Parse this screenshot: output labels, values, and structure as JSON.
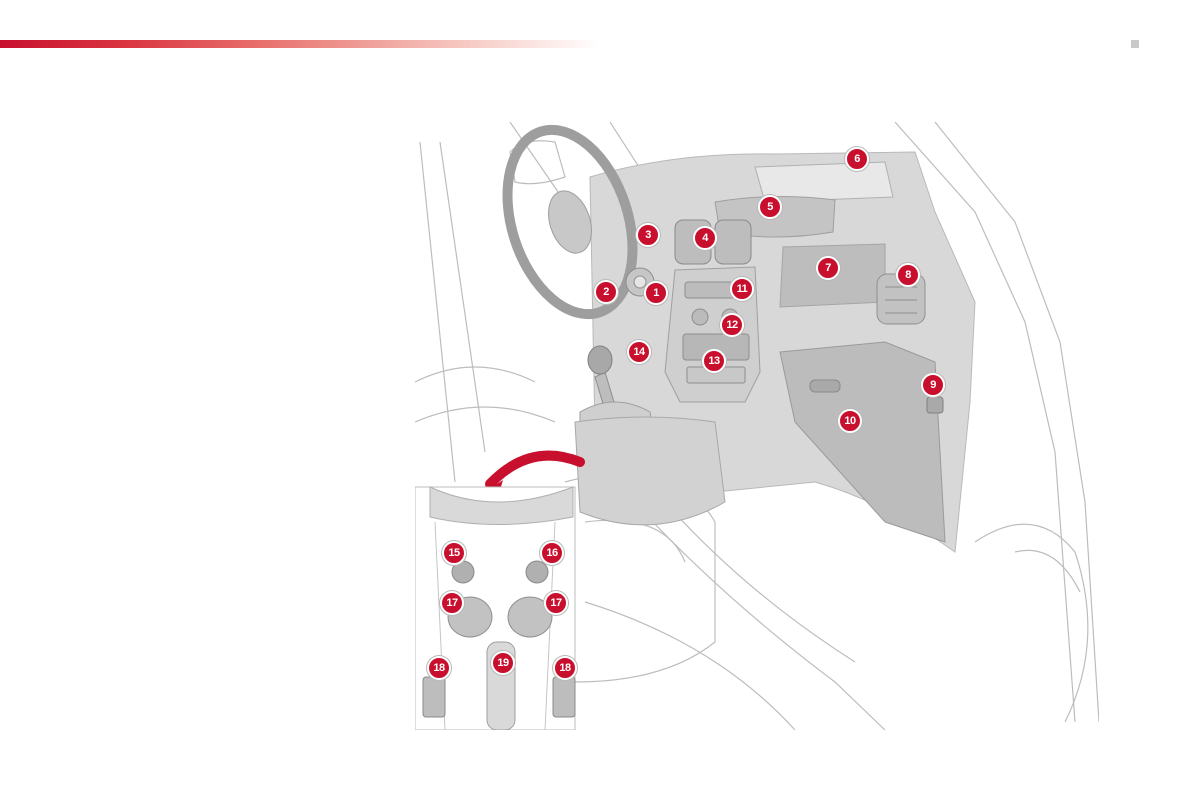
{
  "colors": {
    "accent_red": "#c8102e",
    "line_grey": "#b9b9b9",
    "fill_grey": "#d6d6d6",
    "highlight_grey": "#b5b5b5"
  },
  "markers": [
    "1",
    "2",
    "3",
    "4",
    "5",
    "6",
    "7",
    "8",
    "9",
    "10",
    "11",
    "12",
    "13",
    "14",
    "15",
    "16",
    "17",
    "17",
    "18",
    "19",
    "18"
  ]
}
